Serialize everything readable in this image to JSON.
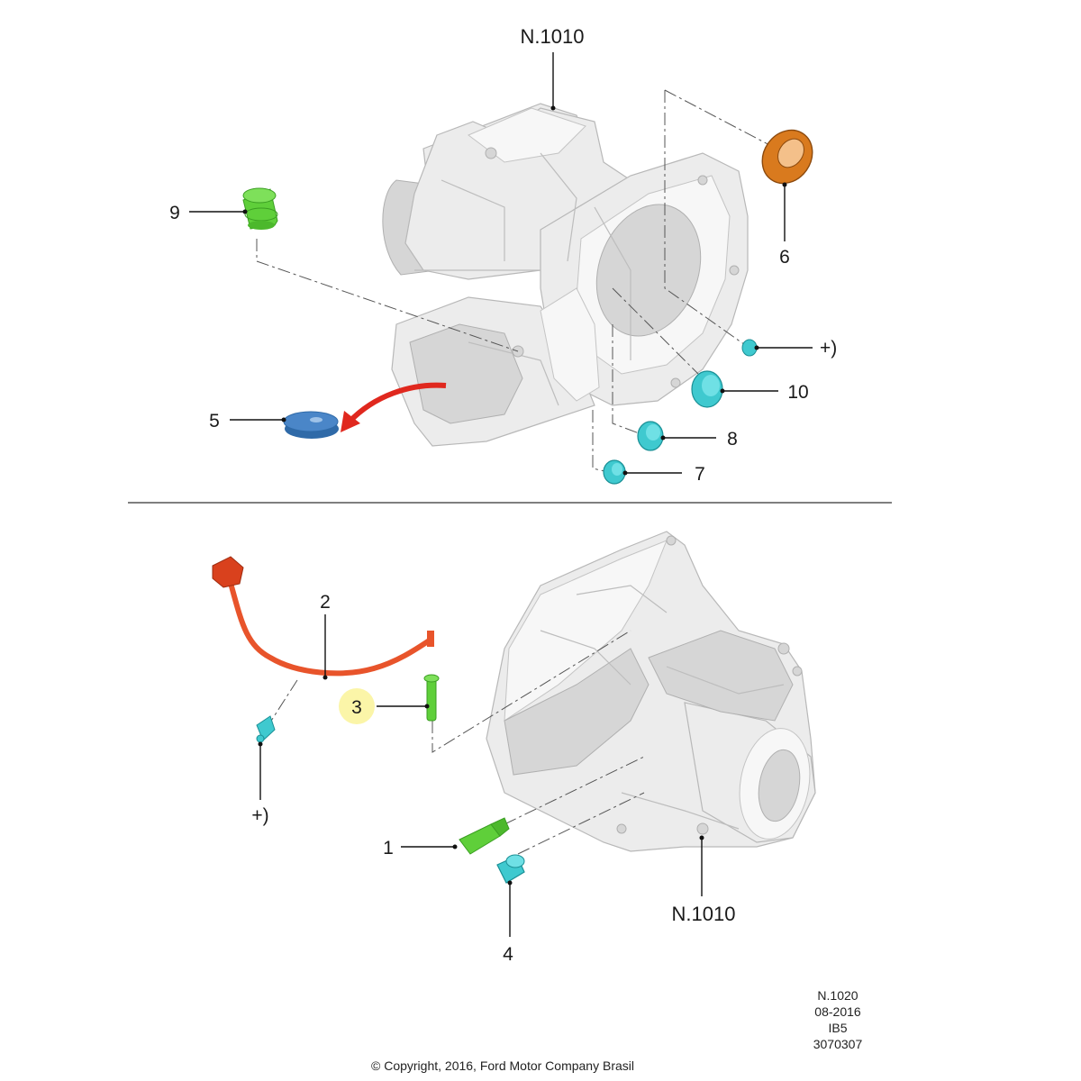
{
  "top_panel": {
    "assembly_ref": "N.1010",
    "callouts": {
      "p9": "9",
      "p6": "6",
      "p5": "5",
      "p10": "10",
      "p8": "8",
      "p7": "7",
      "ref_mark": "+)"
    }
  },
  "bottom_panel": {
    "assembly_ref": "N.1010",
    "callouts": {
      "p2": "2",
      "p3": "3",
      "p1": "1",
      "p4": "4",
      "ref_mark": "+)"
    }
  },
  "footer": {
    "ref_code": "N.1020",
    "date": "08-2016",
    "model": "IB5",
    "doc_number": "3070307",
    "copyright": "© Copyright, 2016, Ford Motor Company Brasil"
  },
  "colors": {
    "gasket_orange": "#d97a1e",
    "plug_green": "#5fcf3a",
    "disc_blue": "#4a86c8",
    "plug_cyan": "#3fc9cf",
    "harness_red": "#e8542b",
    "arrow_red": "#e0281e",
    "highlight_yellow": "#fbf5a8"
  }
}
